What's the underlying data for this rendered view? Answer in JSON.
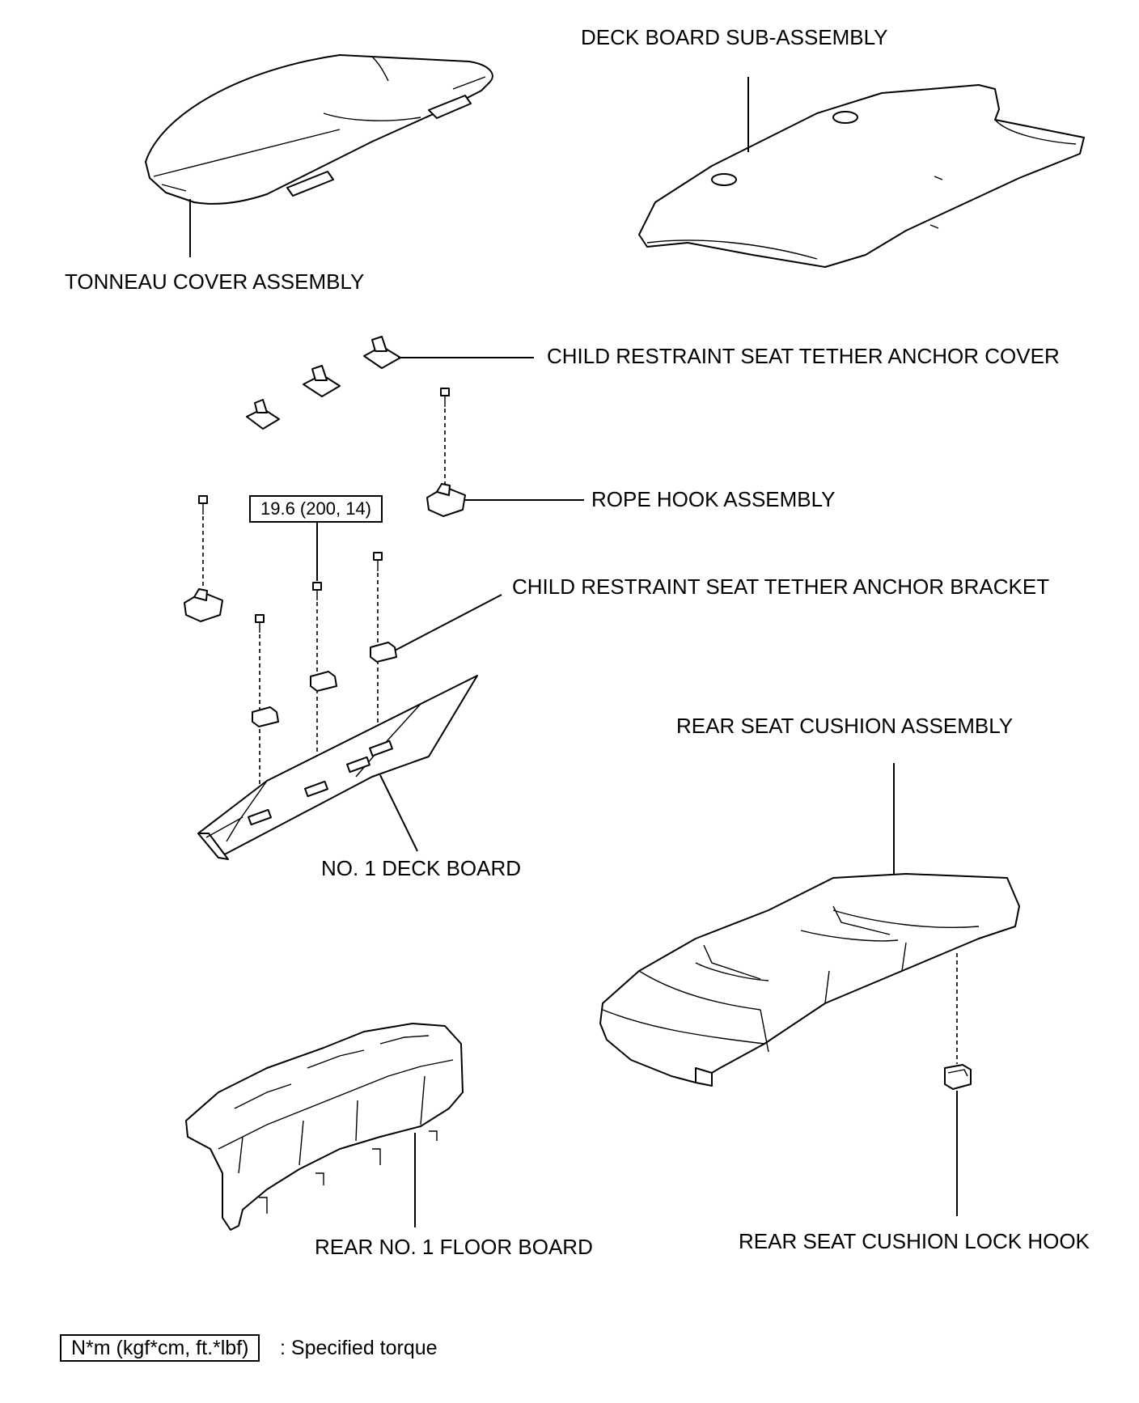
{
  "labels": {
    "deck_board_sub_assembly": "DECK BOARD SUB-ASSEMBLY",
    "tonneau_cover_assembly": "TONNEAU COVER ASSEMBLY",
    "child_restraint_cover": "CHILD RESTRAINT SEAT TETHER ANCHOR COVER",
    "rope_hook_assembly": "ROPE HOOK ASSEMBLY",
    "child_restraint_bracket": "CHILD RESTRAINT SEAT TETHER ANCHOR BRACKET",
    "rear_seat_cushion_assembly": "REAR SEAT CUSHION ASSEMBLY",
    "no1_deck_board": "NO. 1 DECK BOARD",
    "rear_no1_floor_board": "REAR NO. 1 FLOOR BOARD",
    "rear_seat_cushion_lock_hook": "REAR SEAT CUSHION LOCK HOOK"
  },
  "torque": {
    "value": "19.6 (200, 14)"
  },
  "legend": {
    "unit_box": "N*m (kgf*cm, ft.*lbf)",
    "note": ": Specified torque"
  }
}
